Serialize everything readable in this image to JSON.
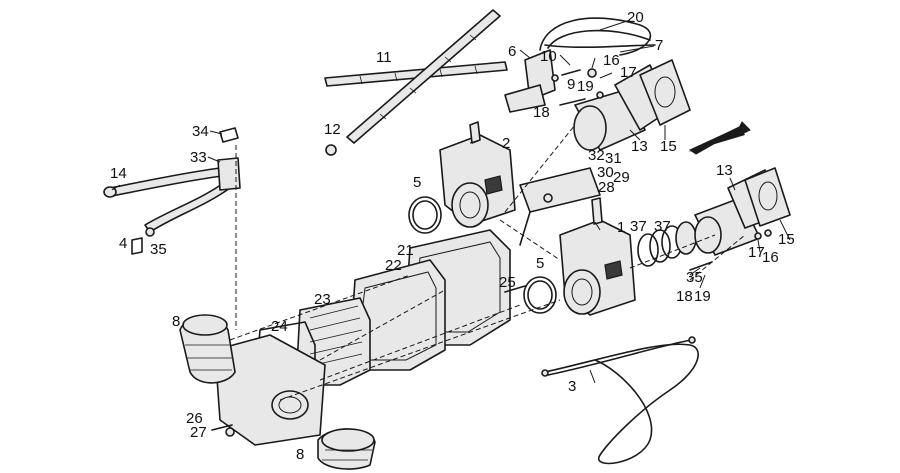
{
  "callouts": {
    "c1": "1",
    "c2": "2",
    "c3": "3",
    "c4": "4",
    "c5a": "5",
    "c5b": "5",
    "c6": "6",
    "c7": "7",
    "c8a": "8",
    "c8b": "8",
    "c9": "9",
    "c10": "10",
    "c11": "11",
    "c12": "12",
    "c13a": "13",
    "c13b": "13",
    "c14": "14",
    "c15a": "15",
    "c15b": "15",
    "c16a": "16",
    "c16b": "16",
    "c17a": "17",
    "c17b": "17",
    "c18a": "18",
    "c18b": "18",
    "c19a": "19",
    "c19b": "19",
    "c20": "20",
    "c21": "21",
    "c22": "22",
    "c23": "23",
    "c24": "24",
    "c25": "25",
    "c26": "26",
    "c27": "27",
    "c28": "28",
    "c29": "29",
    "c30": "30",
    "c31": "31",
    "c32": "32",
    "c33": "33",
    "c34": "34",
    "c35a": "35",
    "c35b": "35",
    "c37a": "37",
    "c37b": "37"
  }
}
